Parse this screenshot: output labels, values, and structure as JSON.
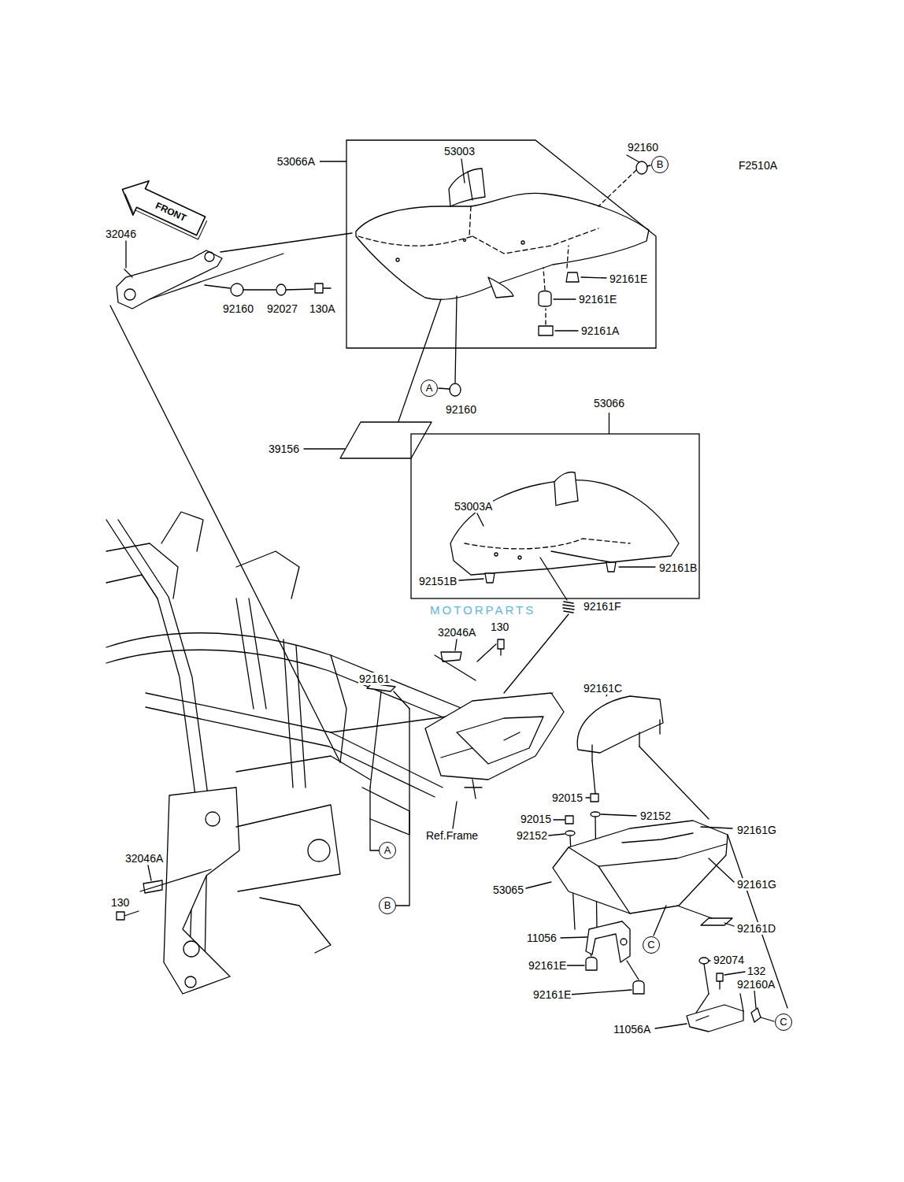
{
  "diagram": {
    "nodes": [
      {
        "text": [
          "53066A"
        ]
      },
      {
        "text": [
          "B"
        ]
      },
      {
        "text": [
          "A"
        ]
      },
      {
        "text": [
          "53066"
        ]
      },
      {
        "text": [
          "A"
        ]
      },
      {
        "text": [
          "B"
        ]
      },
      {
        "text": [
          "C"
        ]
      },
      {
        "text": [
          "C"
        ]
      }
    ],
    "labels": [
      "F2510A",
      "53003",
      "92160",
      "FRONT",
      "32046",
      "92161E",
      "92161E",
      "92160",
      "92027",
      "130A",
      "92161A",
      "92160",
      "39156",
      "53003A",
      "92151B",
      "92161B",
      "MOTORPARTS",
      "92161F",
      "130",
      "32046A",
      "92161",
      "92161C",
      "92015",
      "92015",
      "92152",
      "92161G",
      "92152",
      "Ref.Frame",
      "32046A",
      "53065",
      "92161G",
      "130",
      "92161D",
      "11056",
      "92074",
      "92161E",
      "132",
      "92160A",
      "92161E",
      "11056A"
    ]
  }
}
